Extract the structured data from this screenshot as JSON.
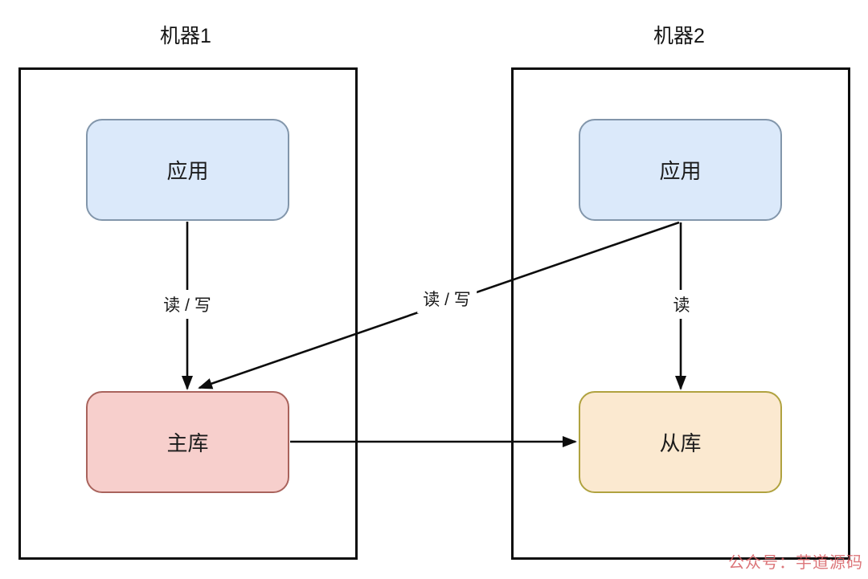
{
  "diagram": {
    "machines": [
      {
        "title": "机器1"
      },
      {
        "title": "机器2"
      }
    ],
    "nodes": {
      "app1": {
        "label": "应用",
        "fill": "#dbe9fa",
        "stroke": "#8296ab"
      },
      "app2": {
        "label": "应用",
        "fill": "#dbe9fa",
        "stroke": "#8296ab"
      },
      "master": {
        "label": "主库",
        "fill": "#f7cfcc",
        "stroke": "#a9635c"
      },
      "slave": {
        "label": "从库",
        "fill": "#fbe9d0",
        "stroke": "#b0a23f"
      }
    },
    "edges": [
      {
        "from": "app1",
        "to": "master",
        "label": "读 / 写"
      },
      {
        "from": "app2",
        "to": "master",
        "label": "读 / 写"
      },
      {
        "from": "app2",
        "to": "slave",
        "label": "读"
      },
      {
        "from": "master",
        "to": "slave",
        "label": ""
      }
    ],
    "watermark": "公众号：芋道源码",
    "colors": {
      "line": "#0d0d0d",
      "watermark": "#d65e63",
      "background": "#ffffff"
    }
  }
}
